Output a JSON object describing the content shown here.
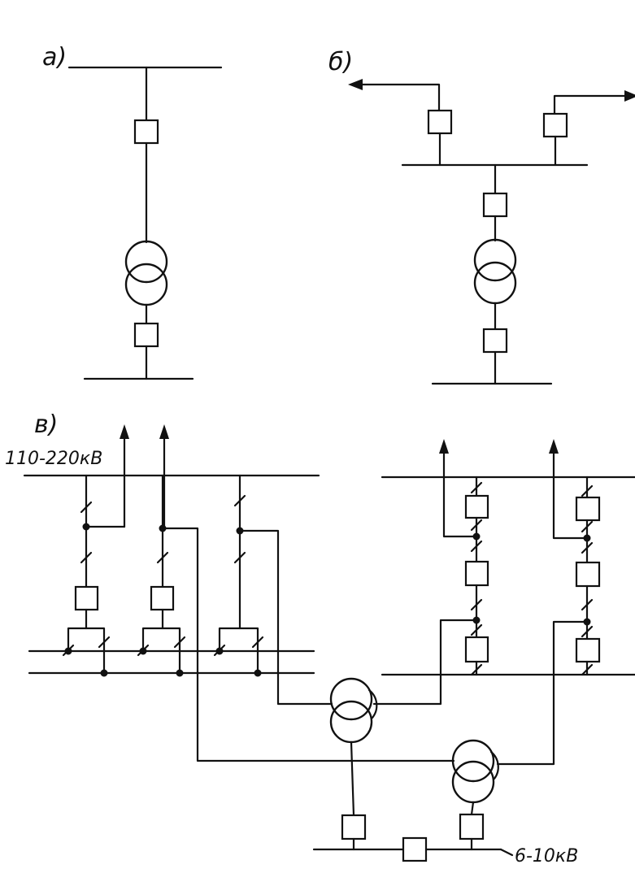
{
  "labels": {
    "a": "a)",
    "b": "б)",
    "c": "в)",
    "hv": "110-220кВ",
    "lv": "6-10кВ"
  }
}
